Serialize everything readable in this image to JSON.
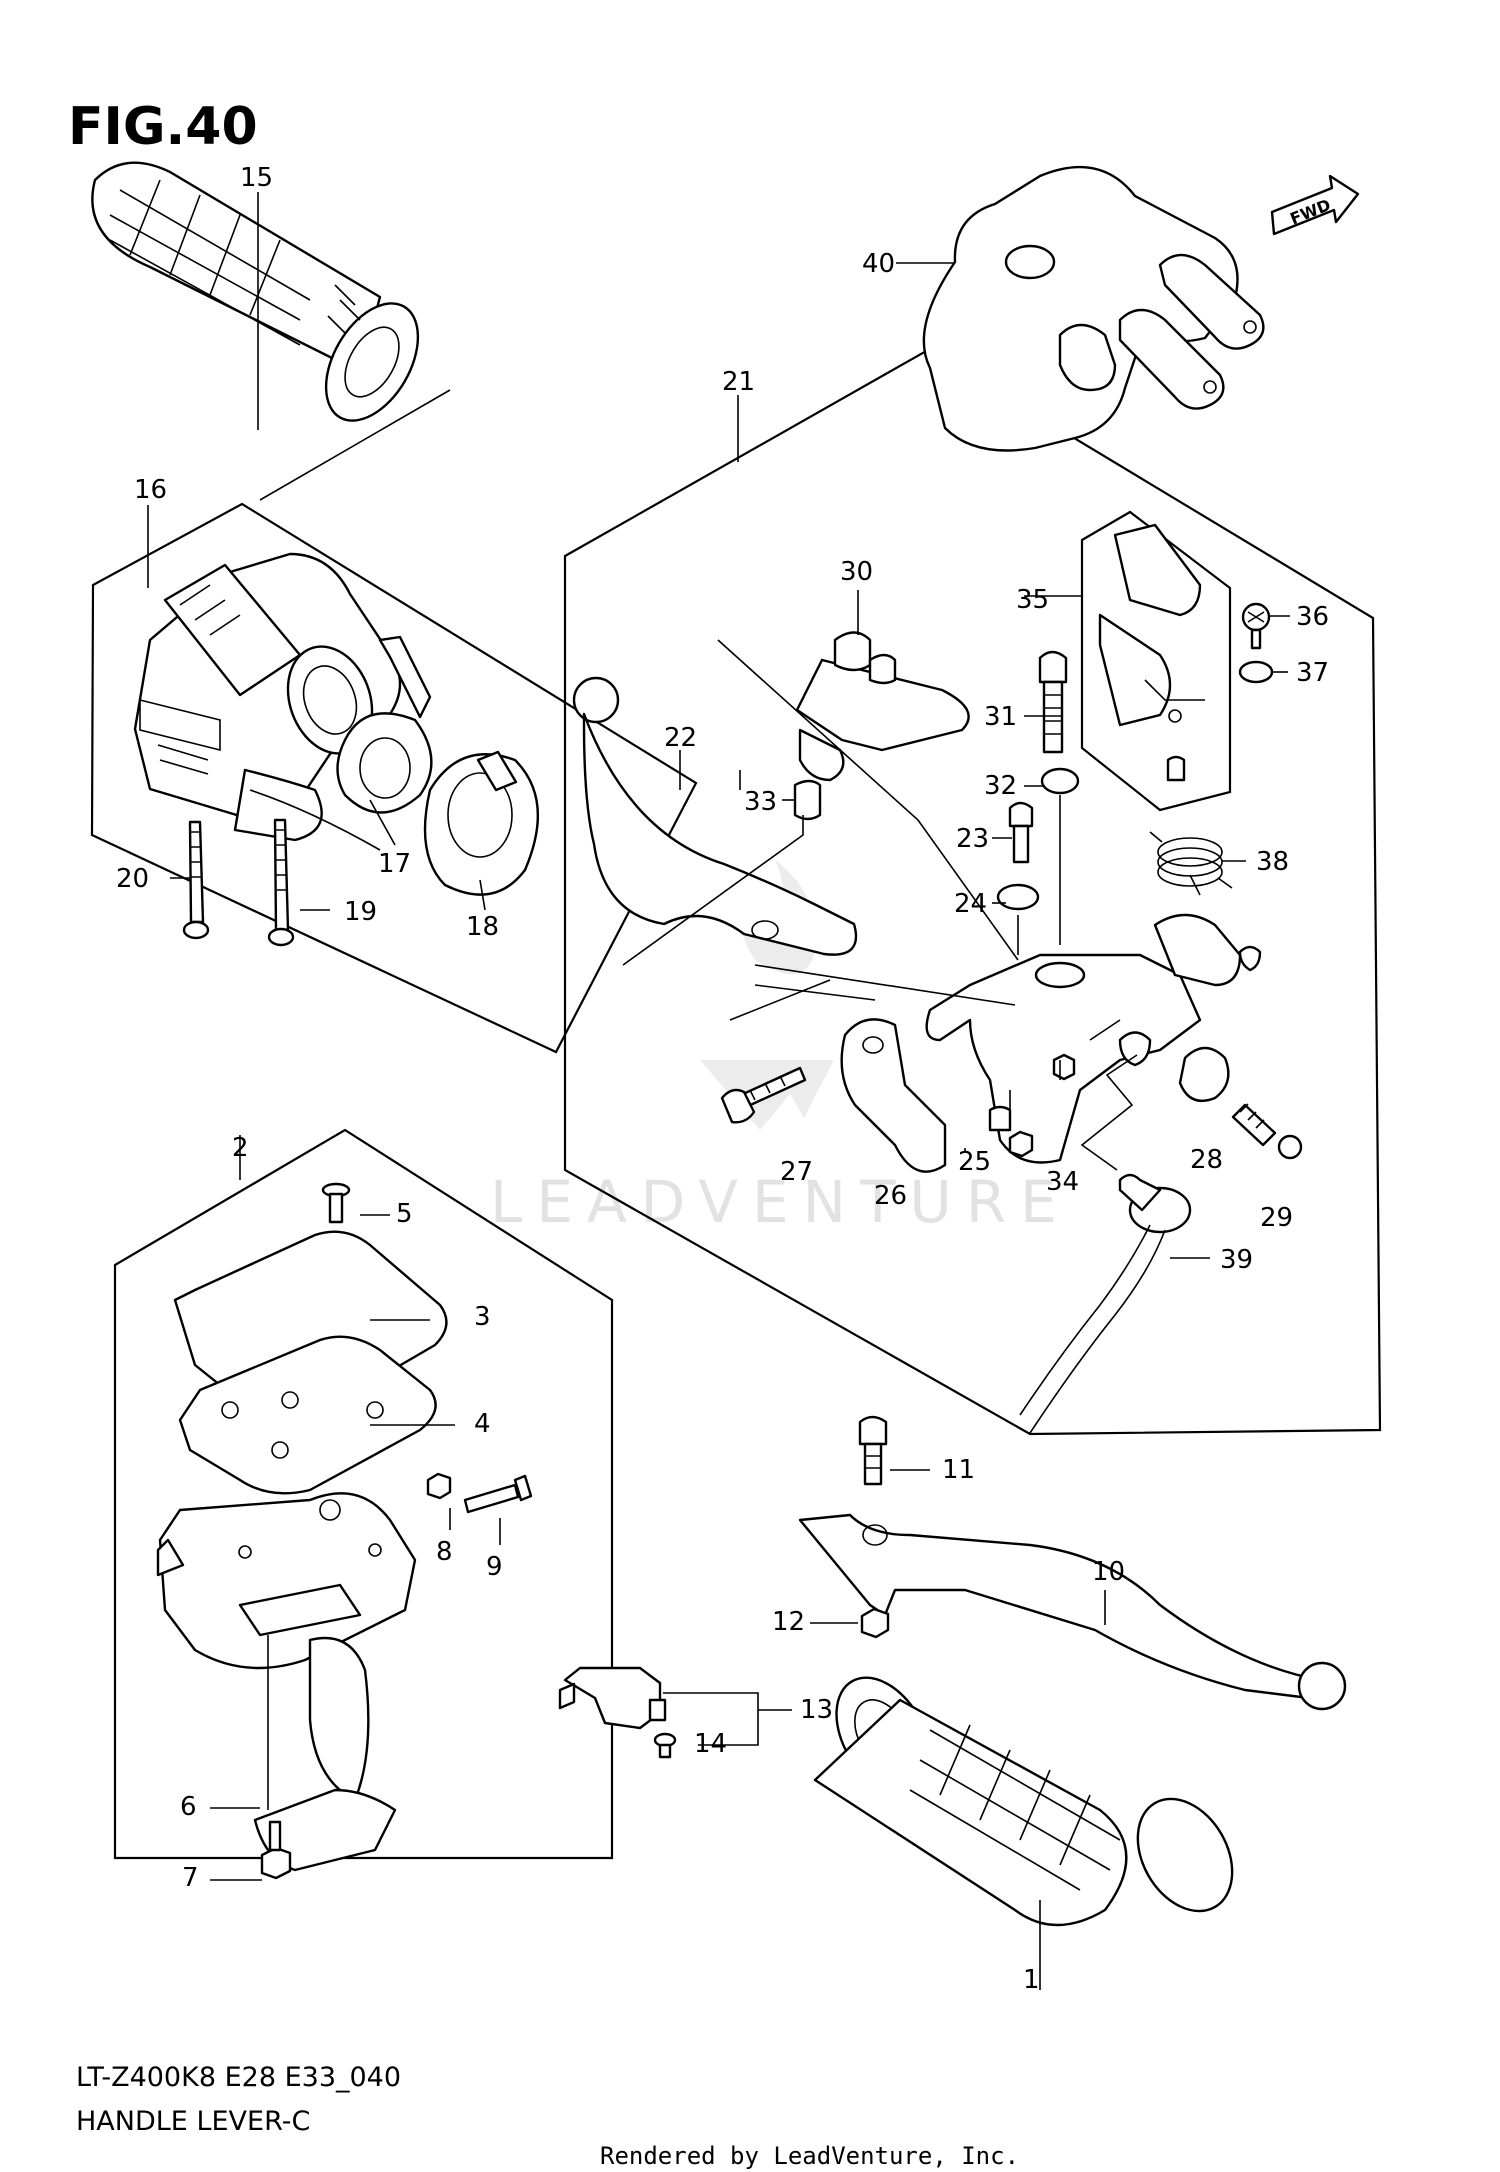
{
  "figure": {
    "title": "FIG.40",
    "fwd_label": "FWD",
    "model_code": "LT-Z400K8 E28 E33_040",
    "assembly_name": "HANDLE LEVER-C",
    "footer": "Rendered by LeadVenture, Inc.",
    "watermark": "LEADVENTURE"
  },
  "callouts": {
    "c1": "1",
    "c2": "2",
    "c3": "3",
    "c4": "4",
    "c5": "5",
    "c6": "6",
    "c7": "7",
    "c8": "8",
    "c9": "9",
    "c10": "10",
    "c11": "11",
    "c12": "12",
    "c13": "13",
    "c14": "14",
    "c15": "15",
    "c16": "16",
    "c17": "17",
    "c18": "18",
    "c19": "19",
    "c20": "20",
    "c21": "21",
    "c22": "22",
    "c23": "23",
    "c24": "24",
    "c25": "25",
    "c26": "26",
    "c27": "27",
    "c28": "28",
    "c29": "29",
    "c30": "30",
    "c31": "31",
    "c32": "32",
    "c33": "33",
    "c34": "34",
    "c35": "35",
    "c36": "36",
    "c37": "37",
    "c38": "38",
    "c39": "39",
    "c40": "40"
  },
  "colors": {
    "line": "#000000",
    "background": "#ffffff",
    "watermark": "#e2e2e2"
  }
}
